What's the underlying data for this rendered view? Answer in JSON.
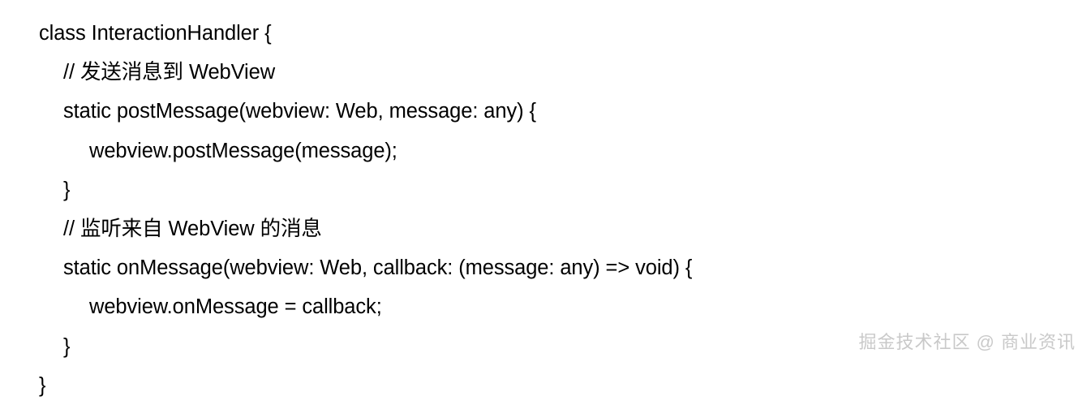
{
  "document": {
    "kind": "code-snippet",
    "language": "typescript",
    "background_color": "#ffffff",
    "text_color": "#000000"
  },
  "code": {
    "lines": [
      {
        "indent": 0,
        "text": "class InteractionHandler {"
      },
      {
        "indent": 1,
        "text": "// 发送消息到 WebView"
      },
      {
        "indent": 1,
        "text": "static postMessage(webview: Web, message: any) {"
      },
      {
        "indent": 2,
        "text": "webview.postMessage(message);"
      },
      {
        "indent": 1,
        "text": "}"
      },
      {
        "indent": 1,
        "text": "// 监听来自 WebView 的消息"
      },
      {
        "indent": 1,
        "text": "static onMessage(webview: Web, callback: (message: any) => void) {"
      },
      {
        "indent": 2,
        "text": "webview.onMessage = callback;"
      },
      {
        "indent": 1,
        "text": "}"
      },
      {
        "indent": 0,
        "text": "}"
      }
    ]
  },
  "watermark": {
    "text": "掘金技术社区 @ 商业资讯",
    "color": "#c9c9c9"
  }
}
